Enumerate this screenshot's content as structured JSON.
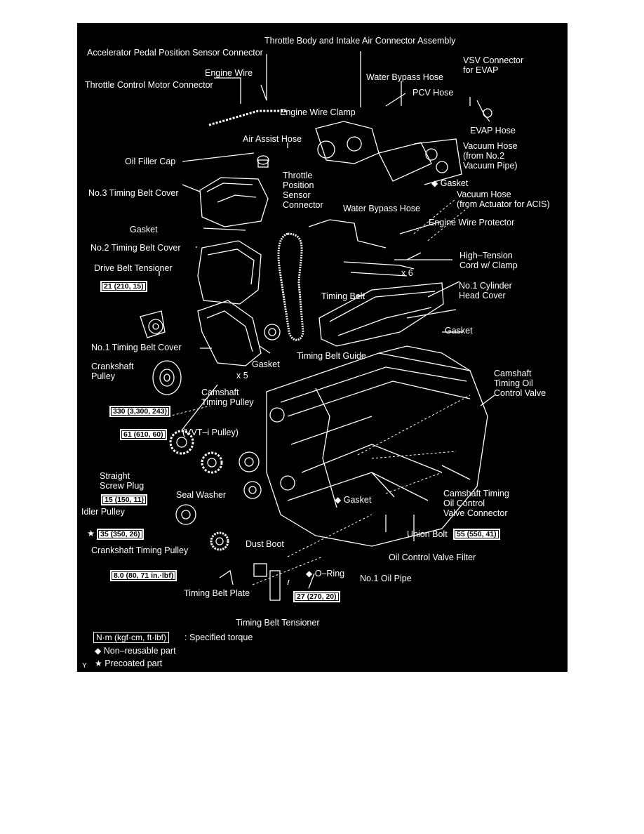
{
  "labels": {
    "throttle_body": "Throttle Body and Intake Air Connector Assembly",
    "accel_sensor_connector": "Accelerator Pedal Position Sensor Connector",
    "vsv_connector": "VSV Connector\nfor EVAP",
    "engine_wire": "Engine Wire",
    "water_bypass_hose_top": "Water Bypass Hose",
    "throttle_motor_connector": "Throttle Control Motor Connector",
    "pcv_hose": "PCV Hose",
    "engine_wire_clamp": "Engine Wire Clamp",
    "evap_hose": "EVAP Hose",
    "air_assist_hose": "Air Assist Hose",
    "vacuum_hose_no2": "Vacuum Hose\n(from No.2\nVacuum Pipe)",
    "oil_filler_cap": "Oil Filler Cap",
    "throttle_position_sensor": "Throttle\nPosition\nSensor\nConnector",
    "gasket_intake": "Gasket",
    "no3_timing_belt_cover": "No.3 Timing Belt Cover",
    "vacuum_hose_acis": "Vacuum Hose\n(from Actuator for ACIS)",
    "water_bypass_hose_mid": "Water Bypass Hose",
    "engine_wire_protector": "Engine Wire Protector",
    "gasket_no3": "Gasket",
    "no2_timing_belt_cover": "No.2 Timing Belt Cover",
    "high_tension_cord": "High–Tension\nCord w/ Clamp",
    "drive_belt_tensioner": "Drive Belt Tensioner",
    "x6": "x 6",
    "no1_cylinder_head_cover": "No.1 Cylinder\nHead Cover",
    "timing_belt": "Timing Belt",
    "gasket_head": "Gasket",
    "no1_timing_belt_cover": "No.1 Timing Belt Cover",
    "timing_belt_guide": "Timing Belt Guide",
    "gasket_no1": "Gasket",
    "x5": "x 5",
    "crankshaft_pulley": "Crankshaft\nPulley",
    "camshaft_timing_ocv": "Camshaft\nTiming Oil\nControl Valve",
    "camshaft_timing_pulley": "Camshaft\nTiming Pulley",
    "vvt_pulley": "(VVT–i Pulley)",
    "straight_screw_plug": "Straight\nScrew Plug",
    "seal_washer": "Seal Washer",
    "idler_pulley": "Idler Pulley",
    "gasket_ocv": "Gasket",
    "camshaft_ocv_connector": "Camshaft Timing\nOil Control\nValve Connector",
    "union_bolt": "Union Bolt",
    "dust_boot": "Dust Boot",
    "crankshaft_timing_pulley": "Crankshaft Timing Pulley",
    "oil_control_valve_filter": "Oil Control Valve Filter",
    "o_ring": "O–Ring",
    "no1_oil_pipe": "No.1 Oil Pipe",
    "timing_belt_plate": "Timing Belt Plate",
    "timing_belt_tensioner": "Timing Belt Tensioner"
  },
  "torques": {
    "drive_belt_tensioner": "21 (210, 15)",
    "crankshaft_pulley": "330 (3,300, 243)",
    "camshaft_timing_pulley": "61 (610, 60)",
    "straight_screw_plug": "15 (150, 11)",
    "idler_pulley": "35 (350, 26)",
    "union_bolt": "55 (550, 41)",
    "timing_belt_plate": "8.0 (80, 71 in.·lbf)",
    "timing_belt_tensioner": "27 (270, 20)"
  },
  "legend": {
    "box_text": "N·m (kgf·cm, ft·lbf)",
    "box_suffix": ": Specified torque",
    "non_reusable": "Non–reusable part",
    "precoated": "Precoated part",
    "corner_mark": "Y"
  },
  "symbols": {
    "diamond": "◆",
    "star": "★"
  },
  "colors": {
    "background": "#000000",
    "foreground": "#ffffff",
    "page": "#ffffff"
  }
}
